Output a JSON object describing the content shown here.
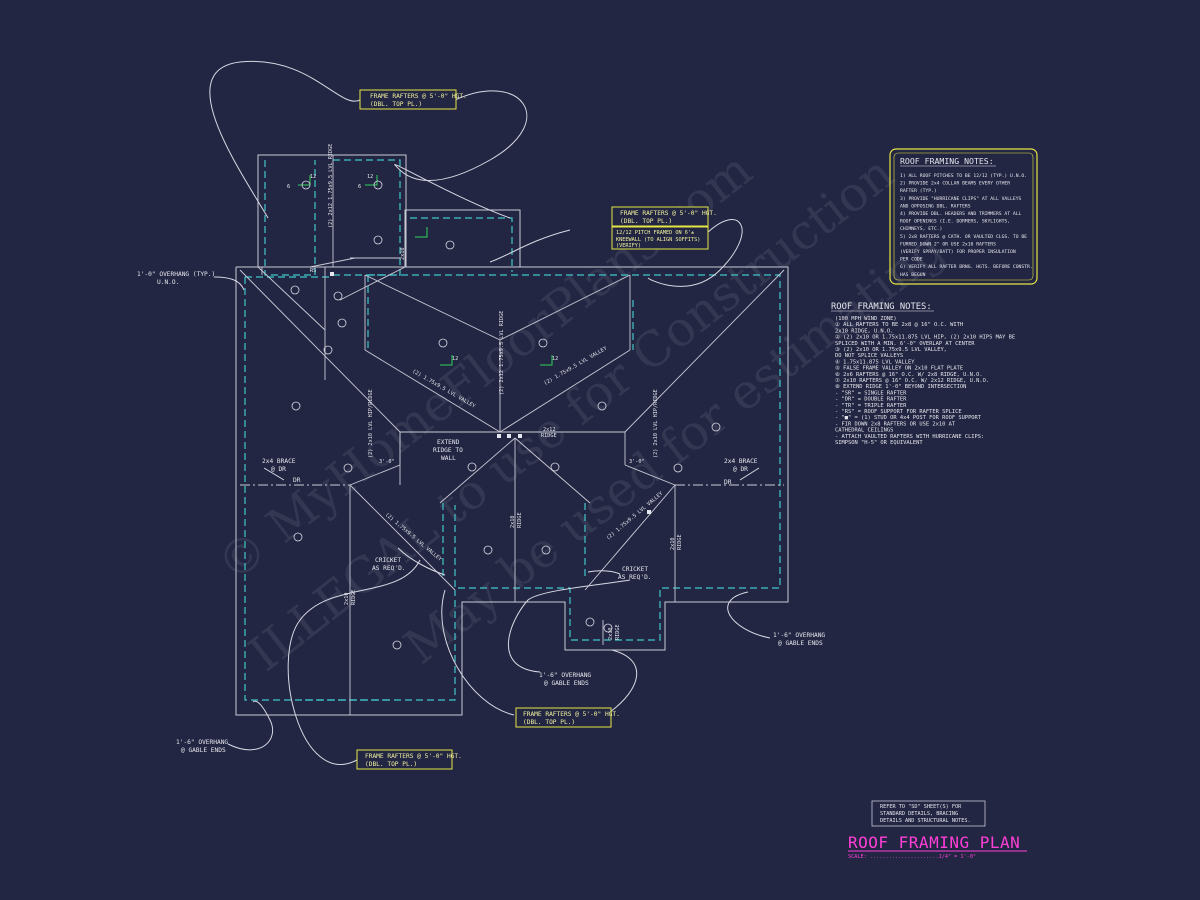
{
  "watermark": {
    "line1": "© MyHomeFloorPlans.com",
    "line2": "ILLEGAL to use for Construction",
    "line3": "May be used for estimating"
  },
  "callouts": {
    "frame_top_l1": "FRAME RAFTERS @ 5'-0\" HGT.",
    "frame_top_l2": "(DBL. TOP PL.)",
    "frame_mid_l1": "FRAME RAFTERS @ 5'-0\" HGT.",
    "frame_mid_l2": "(DBL. TOP PL.)",
    "kneewall_l1": "12/12 PITCH FRAMED ON 6'±",
    "kneewall_l2": "KNEEWALL (TO ALIGN SOFFITS)",
    "kneewall_l3": "(VERIFY)",
    "frame_bot_l1": "FRAME RAFTERS @ 5'-0\" HGT.",
    "frame_bot_l2": "(DBL. TOP PL.)",
    "frame_low_l1": "FRAME RAFTERS @ 5'-0\" HGT.",
    "frame_low_l2": "(DBL. TOP PL.)",
    "overhang_typ_l1": "1'-0\" OVERHANG (TYP.)",
    "overhang_typ_l2": "U.N.O.",
    "overhang_right_l1": "1'-6\" OVERHANG",
    "overhang_right_l2": "@ GABLE ENDS",
    "overhang_mid_l1": "1'-6\" OVERHANG",
    "overhang_mid_l2": "@ GABLE ENDS",
    "overhang_left_l1": "1'-6\" OVERHANG",
    "overhang_left_l2": "@ GABLE ENDS"
  },
  "plan_labels": {
    "extend_l1": "EXTEND",
    "extend_l2": "RIDGE TO",
    "extend_l3": "WALL",
    "ridge_2x12": "2x12",
    "ridge_word": "RIDGE",
    "brace_left_l1": "2x4 BRACE",
    "brace_left_l2": "@ DR",
    "brace_right_l1": "2x4 BRACE",
    "brace_right_l2": "@ DR",
    "dr": "DR",
    "cricket_left_l1": "CRICKET",
    "cricket_left_l2": "AS REQ'D.",
    "cricket_right_l1": "CRICKET",
    "cricket_right_l2": "AS REQ'D.",
    "rs": "RS",
    "dim_3_0": "3'-0\"",
    "lvl_ridge": "(2) 2x12 LVL RIDGE",
    "lvl_ridge_top": "(2) 2x12 1.75x9.5 LVL RIDGE",
    "lvl_valley": "(2) 1.75x9.5 LVL VALLEY",
    "lvl_ridge_c": "(2) 2x12 1.75x9.5 LVL RIDGE",
    "lvl_hip_l": "(2) 2x10 LVL HIP/RIDGE",
    "lvl_hip_r": "(2) 2x10 LVL HIP/RIDGE",
    "lvl_valley_lo": "(2) 1.75x9.5 LVL VALLEY",
    "ridge_2x10": "2x10",
    "pitch_12": "12",
    "pitch_6": "6"
  },
  "notes_yellow": {
    "title": "ROOF FRAMING NOTES:",
    "lines": [
      "1) ALL ROOF PITCHES TO BE  12/12 (TYP.) U.N.O.",
      "2) PROVIDE 2x4 COLLAR BEAMS EVERY OTHER",
      "   RAFTER (TYP.)",
      "3) PROVIDE \"HURRICANE CLIPS\" AT ALL VALLEYS",
      "   AND OPPOSING DBL. RAFTERS",
      "4) PROVIDE DBL. HEADERS AND TRIMMERS AT ALL",
      "   ROOF OPENINGS (I.E. DORMERS, SKYLIGHTS,",
      "   CHIMNEYS, ETC.)",
      "5) 2x8 RAFTERS @ CATH. OR VAULTED CLGS. TO BE",
      "   FURRED DOWN 2\" OR USE 2x10 RAFTERS",
      "   (VERIFY SPRAY/BATT) FOR PROPER INSULATION",
      "   PER CODE",
      "6) VERIFY ALL RAFTER BRNG. HGTS. BEFORE CONSTR.",
      "   HAS BEGUN"
    ]
  },
  "notes_white": {
    "title": "ROOF FRAMING NOTES:",
    "lines": [
      "(100 MPH WIND ZONE)",
      "①  ALL RAFTERS TO BE 2x8 @ 16\" O.C. WITH",
      "    2x10 RIDGE, U.N.O.",
      "②  (2) 2x10 OR 1.75x11.875 LVL HIP, (2) 2x10 HIPS MAY BE",
      "    SPLICED WITH A MIN. 6'-0\" OVERLAP AT CENTER",
      "③  (2) 2x10 OR 1.75x9.5 LVL VALLEY,",
      "    DO NOT SPLICE VALLEYS",
      "④  1.75x11.875 LVL VALLEY",
      "⑤  FALSE FRAME VALLEY ON 2x10 FLAT PLATE",
      "⑥  2x6 RAFTERS @ 16\" O.C. W/ 2x8 RIDGE, U.N.O.",
      "⑦  2x10 RAFTERS @ 16\" O.C. W/ 2x12 RIDGE, U.N.O.",
      "⑧  EXTEND RIDGE 1'-0\" BEYOND INTERSECTION",
      "-  \"SR\" = SINGLE RAFTER",
      "-  \"DR\" = DOUBLE RAFTER",
      "-  \"TR\" = TRIPLE RAFTER",
      "-  \"RS\" = ROOF SUPPORT FOR RAFTER SPLICE",
      "-  \"■\" = (1) STUD OR 4x4 POST FOR ROOF SUPPORT",
      "-  FIR DOWN 2x8 RAFTERS OR USE 2x10 AT",
      "    CATHEDRAL CEILINGS",
      "-  ATTACH VAULTED RAFTERS WITH HURRICANE CLIPS:",
      "    SIMPSON \"H-5\" OR EQUIVALENT"
    ]
  },
  "refer_box": {
    "l1": "REFER TO \"SD\" SHEET(S) FOR",
    "l2": "STANDARD DETAILS, BRACING",
    "l3": "DETAILS AND STRUCTURAL NOTES."
  },
  "title_block": {
    "title": "ROOF FRAMING PLAN",
    "scale": "SCALE: ......................1/4\" = 1'-0\""
  },
  "colors": {
    "background": "#232642",
    "linework": "#c9c9d6",
    "dashed_cyan": "#3fc6c9",
    "callout_yellow": "#e5e544",
    "title_magenta": "#ff3fd8",
    "pitch_green": "#2fd35a"
  }
}
